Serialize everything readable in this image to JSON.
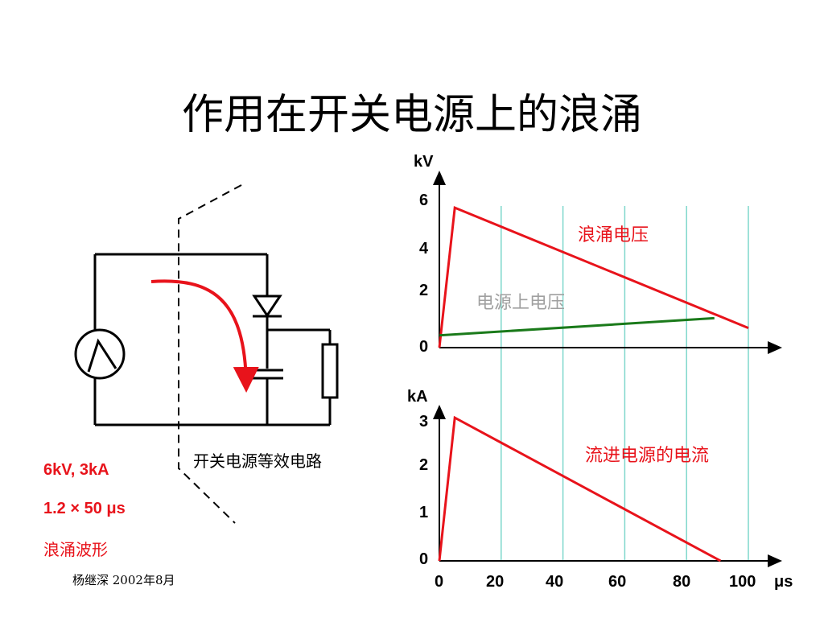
{
  "slide": {
    "title": "作用在开关电源上的浪涌",
    "circuit_caption": "开关电源等效电路",
    "spec_line1": "6kV, 3kA",
    "spec_line2": "1.2 × 50 μs",
    "spec_line3": "浪涌波形",
    "footer": "杨继深  2002年8月"
  },
  "colors": {
    "surge": "#e8131b",
    "supply": "#1a7a1a",
    "grid": "#7ed7cc",
    "axis": "#000000"
  },
  "chart_data": [
    {
      "type": "line",
      "ylabel": "kV",
      "yticks": [
        "0",
        "2",
        "4",
        "6"
      ],
      "ylim": [
        0,
        6.8
      ],
      "xlim": [
        0,
        110
      ],
      "series": [
        {
          "name": "浪涌电压",
          "x": [
            0,
            5,
            100
          ],
          "y": [
            0,
            5.7,
            0.8
          ]
        },
        {
          "name": "电源上电压",
          "x": [
            0,
            89
          ],
          "y": [
            0.5,
            1.2
          ]
        }
      ]
    },
    {
      "type": "line",
      "ylabel": "kA",
      "yticks": [
        "0",
        "1",
        "2",
        "3"
      ],
      "xticks": [
        "0",
        "20",
        "40",
        "60",
        "80",
        "100"
      ],
      "xlabel": "μs",
      "ylim": [
        0,
        3.5
      ],
      "xlim": [
        0,
        110
      ],
      "series": [
        {
          "name": "流进电源的电流",
          "x": [
            0,
            5,
            91
          ],
          "y": [
            0,
            3.0,
            0
          ]
        }
      ]
    }
  ]
}
